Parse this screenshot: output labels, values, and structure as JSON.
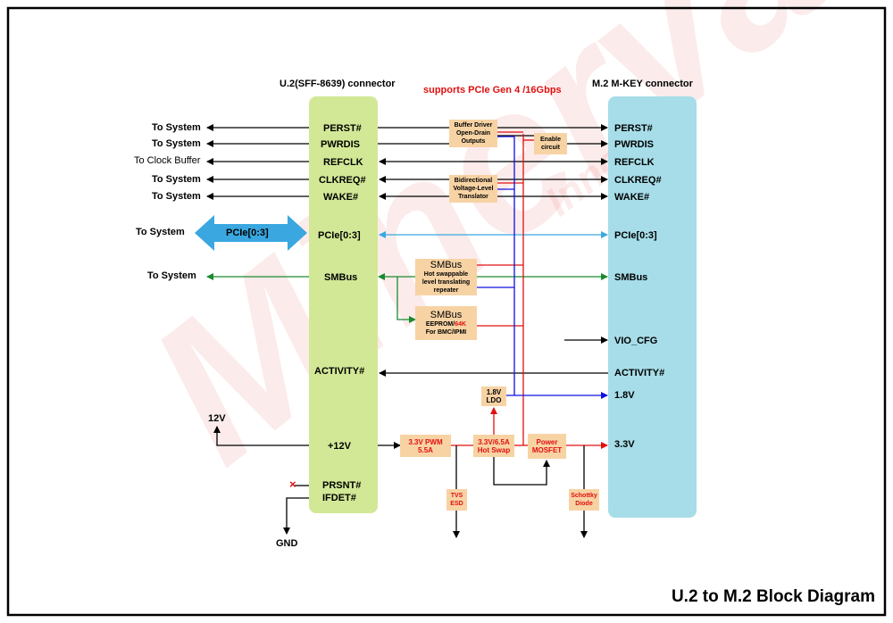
{
  "title": "U.2 to M.2 Block Diagram",
  "subtitle": "supports PCIe Gen 4 /16Gbps",
  "watermark": {
    "brand": "Minerva",
    "sub": "Innodisk"
  },
  "left_connector": {
    "title": "U.2(SFF-8639) connector",
    "pins": [
      "PERST#",
      "PWRDIS",
      "REFCLK",
      "CLKREQ#",
      "WAKE#",
      "PCIe[0:3]",
      "SMBus",
      "ACTIVITY#",
      "+12V",
      "PRSNT#",
      "IFDET#"
    ]
  },
  "right_connector": {
    "title": "M.2 M-KEY connector",
    "pins": [
      "PERST#",
      "PWRDIS",
      "REFCLK",
      "CLKREQ#",
      "WAKE#",
      "PCIe[0:3]",
      "SMBus",
      "VIO_CFG",
      "ACTIVITY#",
      "1.8V",
      "3.3V"
    ]
  },
  "outside_labels": {
    "perst": "To System",
    "pwrdis": "To System",
    "refclk": "To Clock Buffer",
    "clkreq": "To System",
    "wake": "To System",
    "pcie": "To System",
    "pcie_bus": "PCIe[0:3]",
    "smbus": "To System",
    "v12": "12V",
    "gnd": "GND"
  },
  "blocks": {
    "buffer": [
      "Buffer Driver",
      "Open-Drain",
      "Outputs"
    ],
    "enable": [
      "Enable",
      "circuit"
    ],
    "translator": [
      "Bidirectional",
      "Voltage-Level",
      "Translator"
    ],
    "smbus_repeater": {
      "head": "SMBus",
      "lines": [
        "Hot swappable",
        "level translating",
        "repeater"
      ]
    },
    "smbus_eeprom": {
      "head": "SMBus",
      "line1_a": "EEPROM/",
      "line1_b": "64K",
      "line2": "For BMC/IPMI"
    },
    "ldo": [
      "1.8V",
      "LDO"
    ],
    "pwm": [
      "3.3V PWM",
      "5.5A"
    ],
    "hotswap": [
      "3.3V/6.5A",
      "Hot Swap"
    ],
    "mosfet": [
      "Power",
      "MOSFET"
    ],
    "tvs": [
      "TVS",
      "ESD"
    ],
    "schottky": [
      "Schottky",
      "Diode"
    ]
  },
  "no_connect_mark": "×",
  "colors": {
    "left_connector": "#d2e896",
    "right_connector": "#a6dde8",
    "block_fill": "#f7d3a4",
    "pcie_arrow": "#3aa7e0",
    "smbus_line": "#1a8a2e",
    "power_line": "#e01010",
    "v18_line": "#1010e0",
    "subtitle": "#e01010"
  }
}
